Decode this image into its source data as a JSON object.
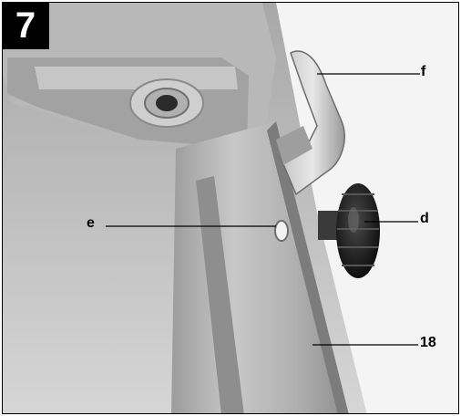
{
  "figure": {
    "number": "7",
    "callouts": {
      "f": "f",
      "d": "d",
      "e": "e",
      "part18": "18"
    }
  }
}
